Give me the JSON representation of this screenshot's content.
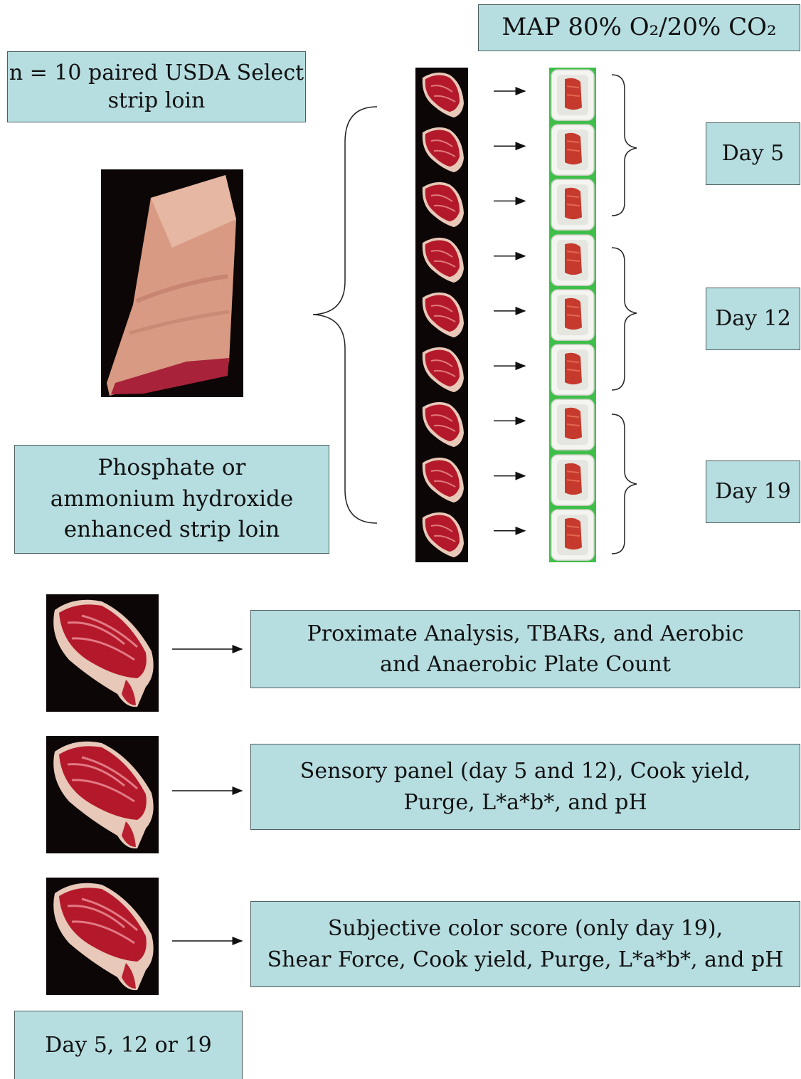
{
  "header": {
    "map_label": "MAP 80% O₂/20% CO₂"
  },
  "left": {
    "sample_label_line1": "n = 10 paired USDA Select",
    "sample_label_line2": "strip loin",
    "enhanced_line1": "Phosphate or",
    "enhanced_line2": "ammonium hydroxide",
    "enhanced_line3": "enhanced strip loin"
  },
  "days": {
    "day5": "Day 5",
    "day12": "Day 12",
    "day19": "Day 19"
  },
  "analyses": {
    "a1_line1": "Proximate Analysis, TBARs, and Aerobic",
    "a1_line2": "and Anaerobic Plate Count",
    "a2_line1": "Sensory panel (day 5 and 12), Cook yield,",
    "a2_line2": "Purge, L*a*b*, and pH",
    "a3_line1": "Subjective color score (only day 19),",
    "a3_line2": "Shear Force, Cook yield, Purge, L*a*b*, and pH"
  },
  "footer": {
    "day_label": "Day 5, 12 or 19"
  },
  "colors": {
    "box_fill": "#b6dde0",
    "box_border": "#4f5f60",
    "meat_red": "#b3192a",
    "fat": "#e8c8b8",
    "tray_green": "#3fbf4a"
  }
}
